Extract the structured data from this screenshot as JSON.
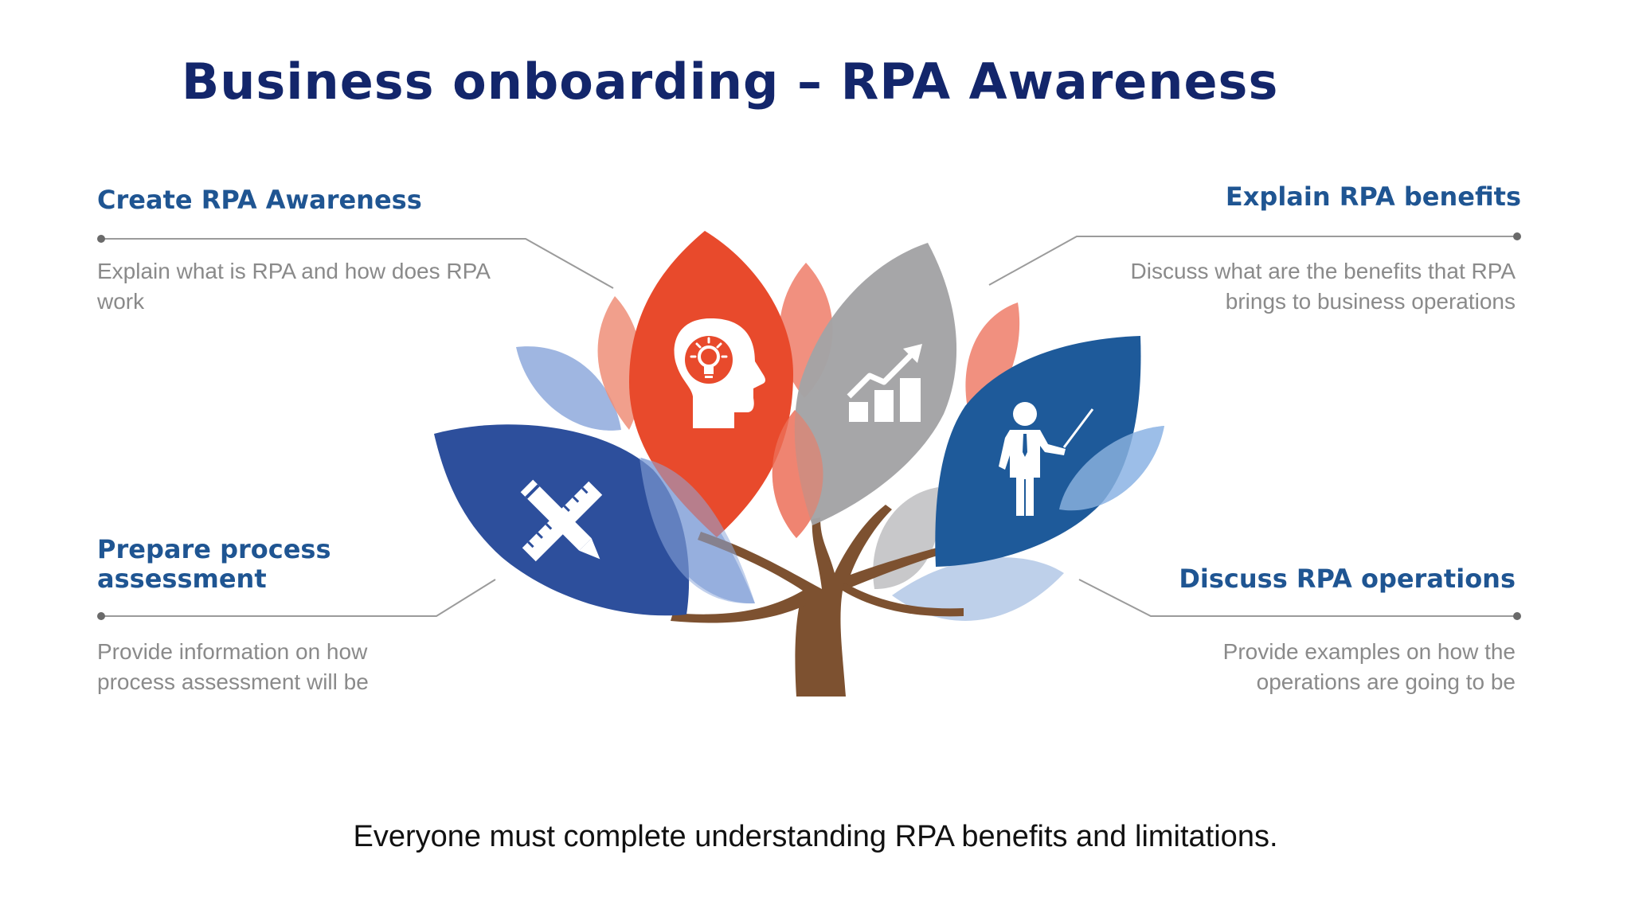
{
  "title": "Business onboarding – RPA Awareness",
  "sections": {
    "top_left": {
      "heading": "Create RPA Awareness",
      "description": "Explain what is RPA and how does RPA work"
    },
    "top_right": {
      "heading": "Explain RPA benefits",
      "description": "Discuss what are the benefits that RPA brings to business operations"
    },
    "bottom_left": {
      "heading": "Prepare process assessment",
      "description": "Provide information on how process assessment will be"
    },
    "bottom_right": {
      "heading": "Discuss RPA operations",
      "description": "Provide examples on how the operations are going to be"
    }
  },
  "caption": "Everyone must complete understanding RPA benefits and limitations.",
  "colors": {
    "title": "#13266b",
    "heading": "#1f5592",
    "orange": "#e84a2c",
    "grey": "#a3a3a5",
    "navy": "#2d4f9c",
    "blue": "#1e5a9a",
    "trunk": "#7d5130"
  },
  "icons": [
    "lightbulb-head-icon",
    "growth-chart-icon",
    "presenter-icon",
    "pencil-ruler-icon"
  ]
}
